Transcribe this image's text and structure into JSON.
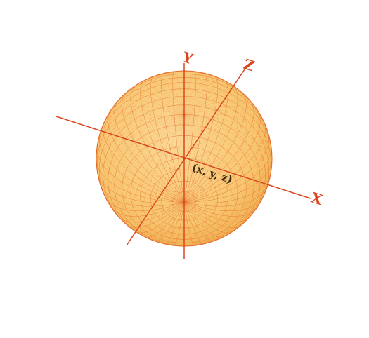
{
  "diagram": {
    "axis_labels": {
      "x": "X",
      "y": "Y",
      "z": "Z"
    },
    "point_label": "(x, y, z)",
    "colors": {
      "background": "#ffffff",
      "sphere_fill": "#f9cd7d",
      "sphere_shade": "#f0a947",
      "mesh": "#e36a2a",
      "axis": "#d9461e",
      "axis_label": "#d9461e",
      "point_label": "#3a2a10"
    }
  }
}
